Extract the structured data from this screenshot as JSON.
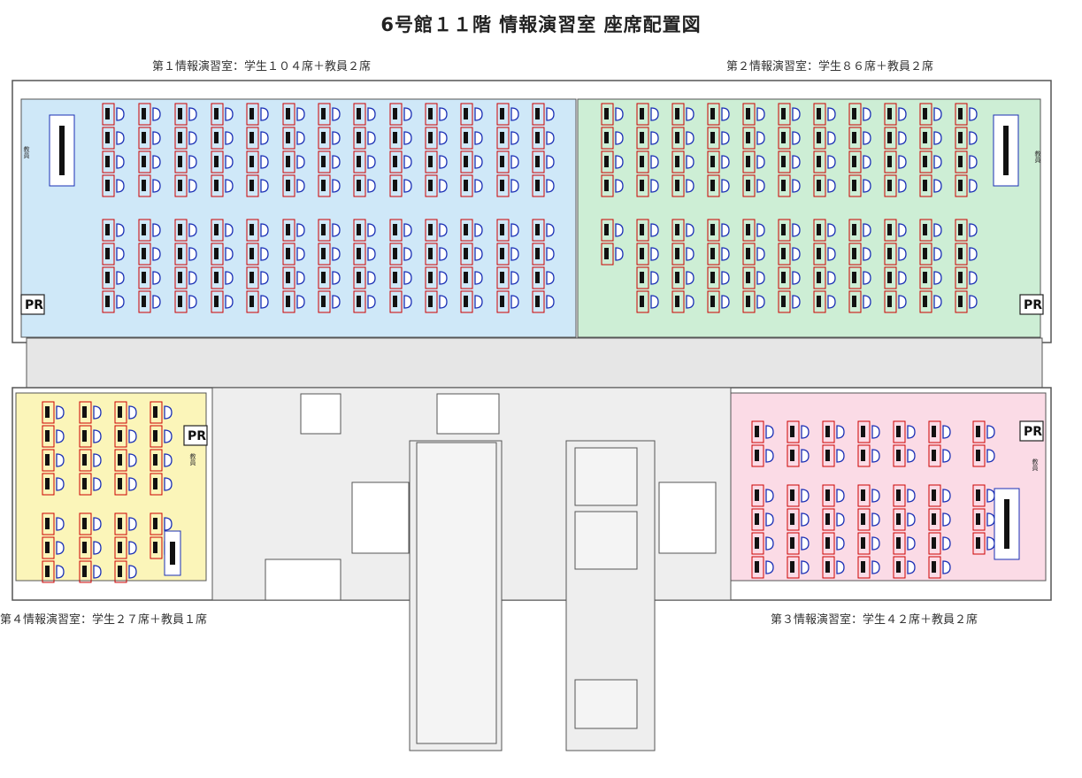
{
  "title": "6号館１１階 情報演習室 座席配置図",
  "rooms": [
    {
      "id": "room1",
      "label": "第１情報演習室：学生１０４席＋教員２席",
      "color": "#cfe8f8",
      "pr": "PR",
      "teacher_text": "教員"
    },
    {
      "id": "room2",
      "label": "第２情報演習室：学生８６席＋教員２席",
      "color": "#cdeed5",
      "pr": "PR",
      "teacher_text": "教員"
    },
    {
      "id": "room3",
      "label": "第３情報演習室：学生４２席＋教員２席",
      "color": "#fbdbe6",
      "pr": "PR",
      "teacher_text": "教員"
    },
    {
      "id": "room4",
      "label": "第４情報演習室：学生２７席＋教員１席",
      "color": "#fbf5b9",
      "pr": "PR",
      "teacher_text": "教員"
    }
  ],
  "colors": {
    "wall": "#555555",
    "corridor": "#e6e6e6",
    "desk": "#cc0000",
    "chair": "#1a2fb5",
    "pc": "#111111"
  }
}
